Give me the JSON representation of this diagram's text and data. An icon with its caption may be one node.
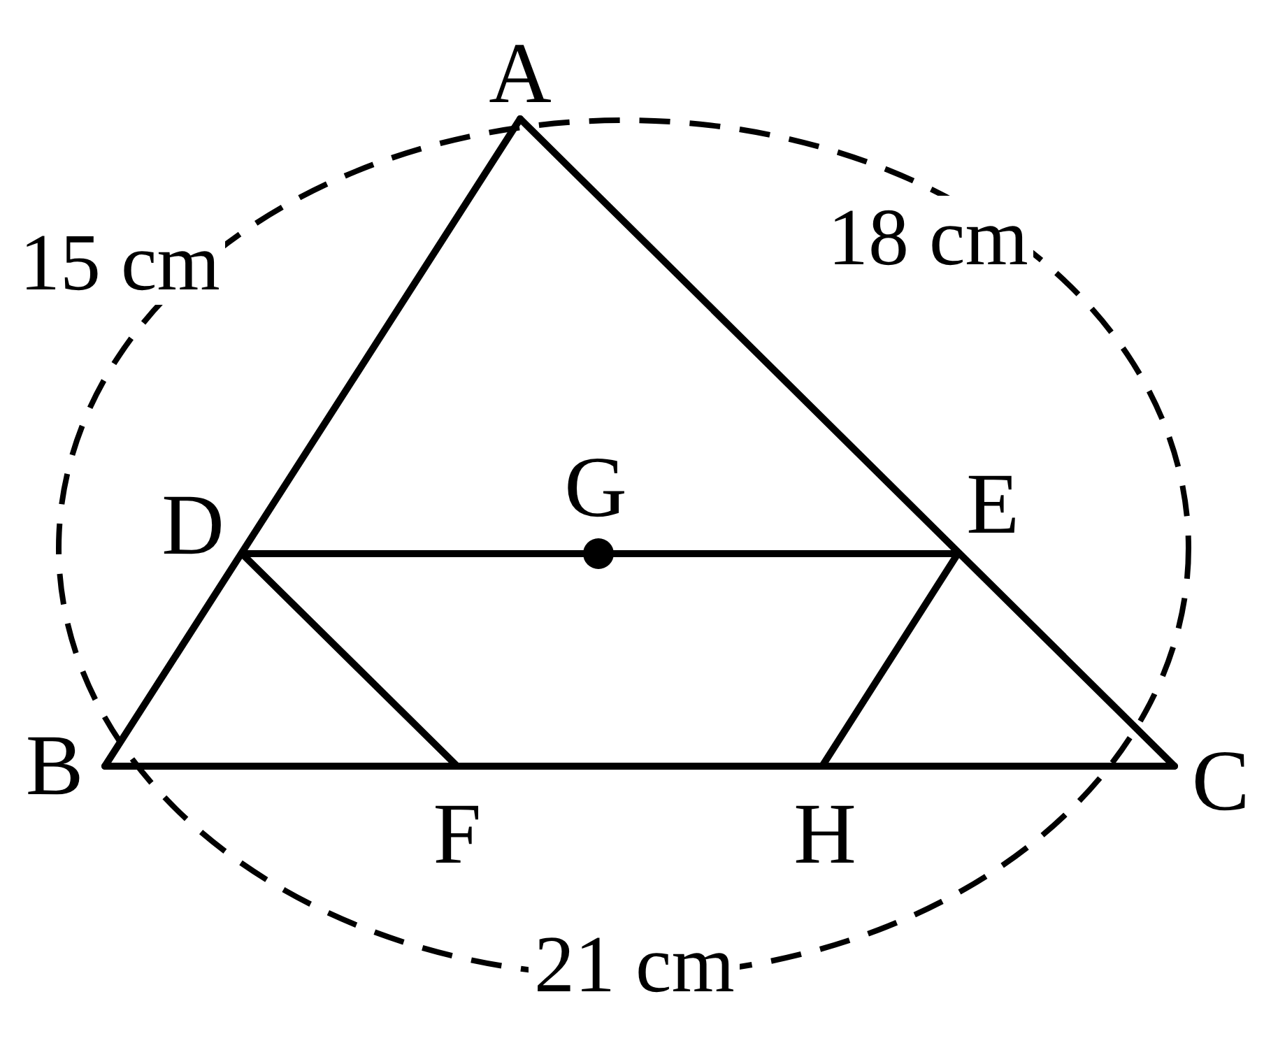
{
  "diagram": {
    "nodes": [
      {
        "text": [
          "A"
        ]
      },
      {
        "text": [
          "B"
        ]
      },
      {
        "text": [
          "C"
        ]
      },
      {
        "text": [
          "D"
        ]
      },
      {
        "text": [
          "E"
        ]
      },
      {
        "text": [
          "F"
        ]
      },
      {
        "text": [
          "G"
        ]
      },
      {
        "text": [
          "H"
        ]
      }
    ],
    "edges": [
      {
        "from": 0,
        "to": 1,
        "arrow": "none"
      },
      {
        "from": 0,
        "to": 2,
        "arrow": "none"
      },
      {
        "from": 1,
        "to": 2,
        "arrow": "none"
      },
      {
        "from": 3,
        "to": 4,
        "arrow": "none"
      },
      {
        "from": 3,
        "to": 5,
        "arrow": "none"
      },
      {
        "from": 4,
        "to": 7,
        "arrow": "none"
      }
    ],
    "labels": [
      "15 cm",
      "18 cm",
      "21 cm"
    ]
  }
}
